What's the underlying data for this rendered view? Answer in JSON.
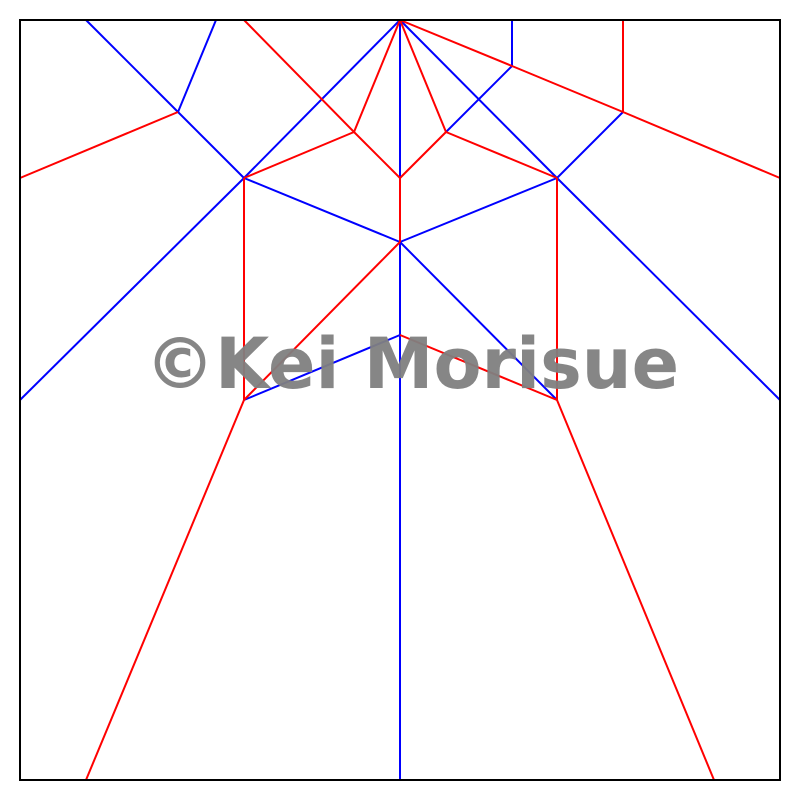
{
  "watermark": {
    "text": "©Kei Morisue"
  },
  "colors": {
    "border": "#000000",
    "mountain": "#ff0000",
    "valley": "#0000ff",
    "watermark": "#808080"
  },
  "crease_pattern": {
    "mountain_creases": 31,
    "valley_creases": 24
  }
}
